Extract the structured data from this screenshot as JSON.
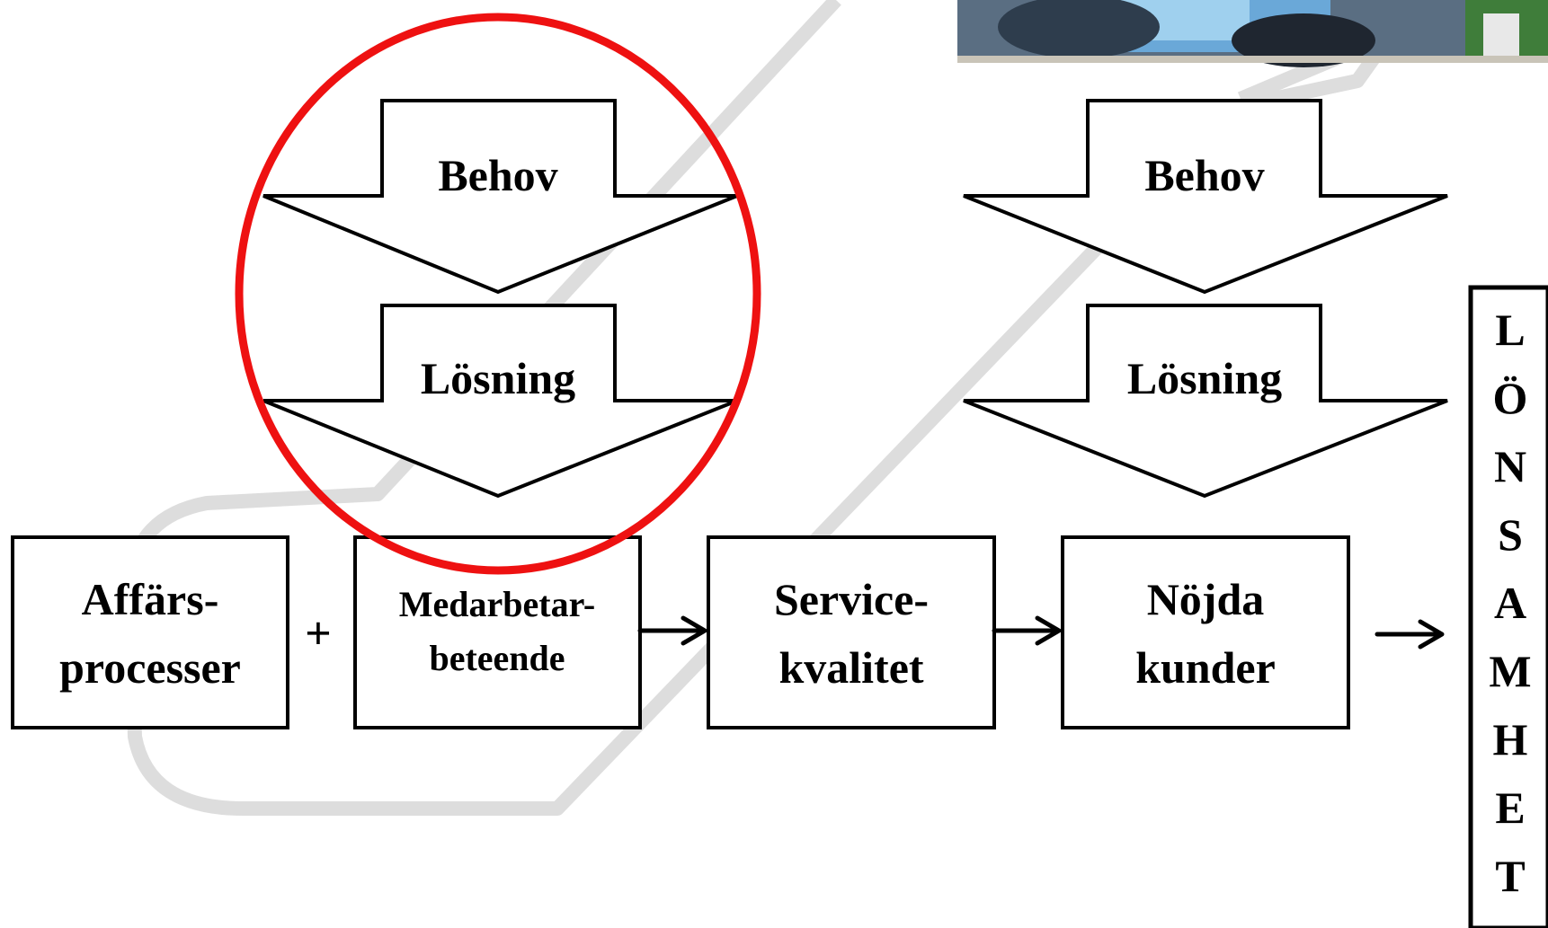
{
  "diagram": {
    "left_flow": {
      "arrow_top": "Behov",
      "arrow_bottom": "Lösning"
    },
    "right_flow": {
      "arrow_top": "Behov",
      "arrow_bottom": "Lösning"
    },
    "boxes": {
      "affars": {
        "line1": "Affärs-",
        "line2": "processer"
      },
      "plus": "+",
      "medarbetar": {
        "line1": "Medarbetar-",
        "line2": "beteende"
      },
      "service": {
        "line1": "Service-",
        "line2": "kvalitet"
      },
      "nojda": {
        "line1": "Nöjda",
        "line2": "kunder"
      }
    },
    "vertical_word_letters": [
      "L",
      "Ö",
      "N",
      "S",
      "A",
      "M",
      "H",
      "E",
      "T"
    ],
    "colors": {
      "highlight_circle": "#ee1111",
      "watermark": "#dddddd",
      "stroke": "#000000"
    }
  }
}
